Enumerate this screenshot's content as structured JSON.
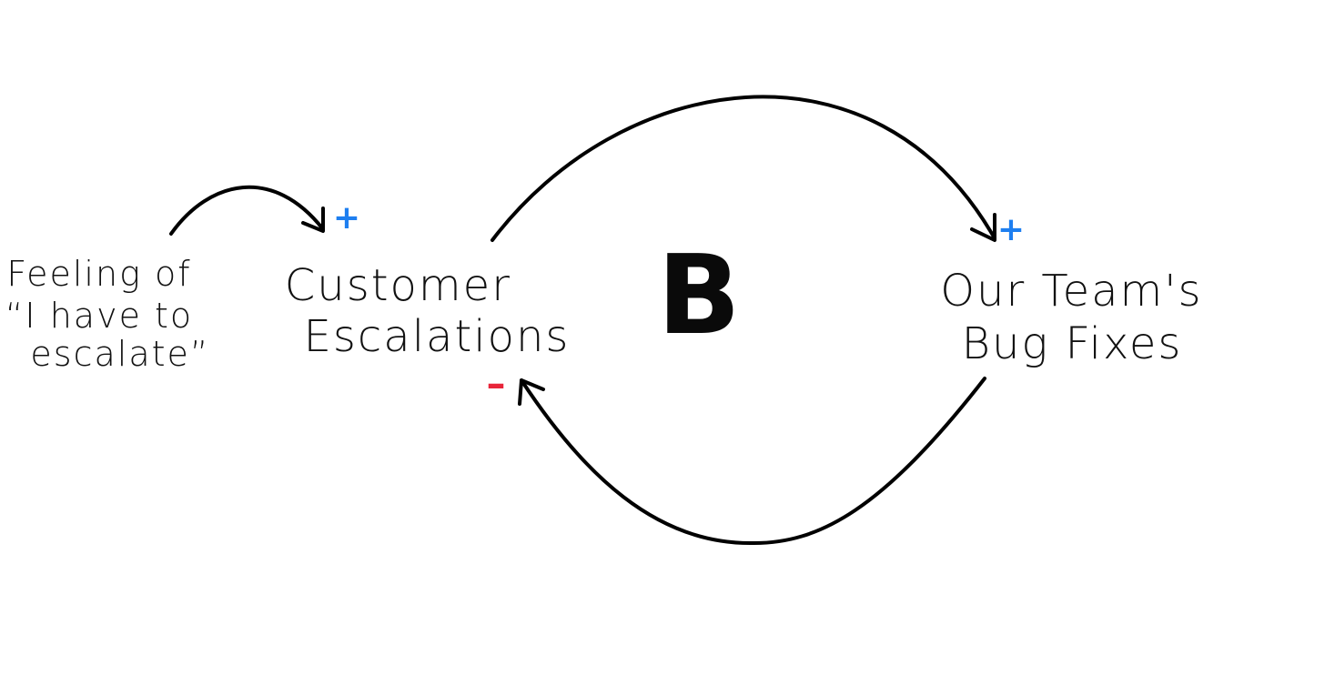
{
  "nodes": {
    "feeling": {
      "lines": [
        "Feeling of",
        "“I have to",
        "escalate”"
      ]
    },
    "escalations": {
      "lines": [
        "Customer",
        "Escalations"
      ]
    },
    "bug_fixes": {
      "lines": [
        "Our Team's",
        "Bug Fixes"
      ]
    }
  },
  "loop": {
    "label": "B"
  },
  "links": [
    {
      "from": "feeling",
      "to": "escalations",
      "polarity": "+"
    },
    {
      "from": "escalations",
      "to": "bug_fixes",
      "polarity": "+"
    },
    {
      "from": "bug_fixes",
      "to": "escalations",
      "polarity": "–"
    }
  ],
  "colors": {
    "positive": "#1e7ff0",
    "negative": "#e8253a",
    "ink": "#000000"
  }
}
